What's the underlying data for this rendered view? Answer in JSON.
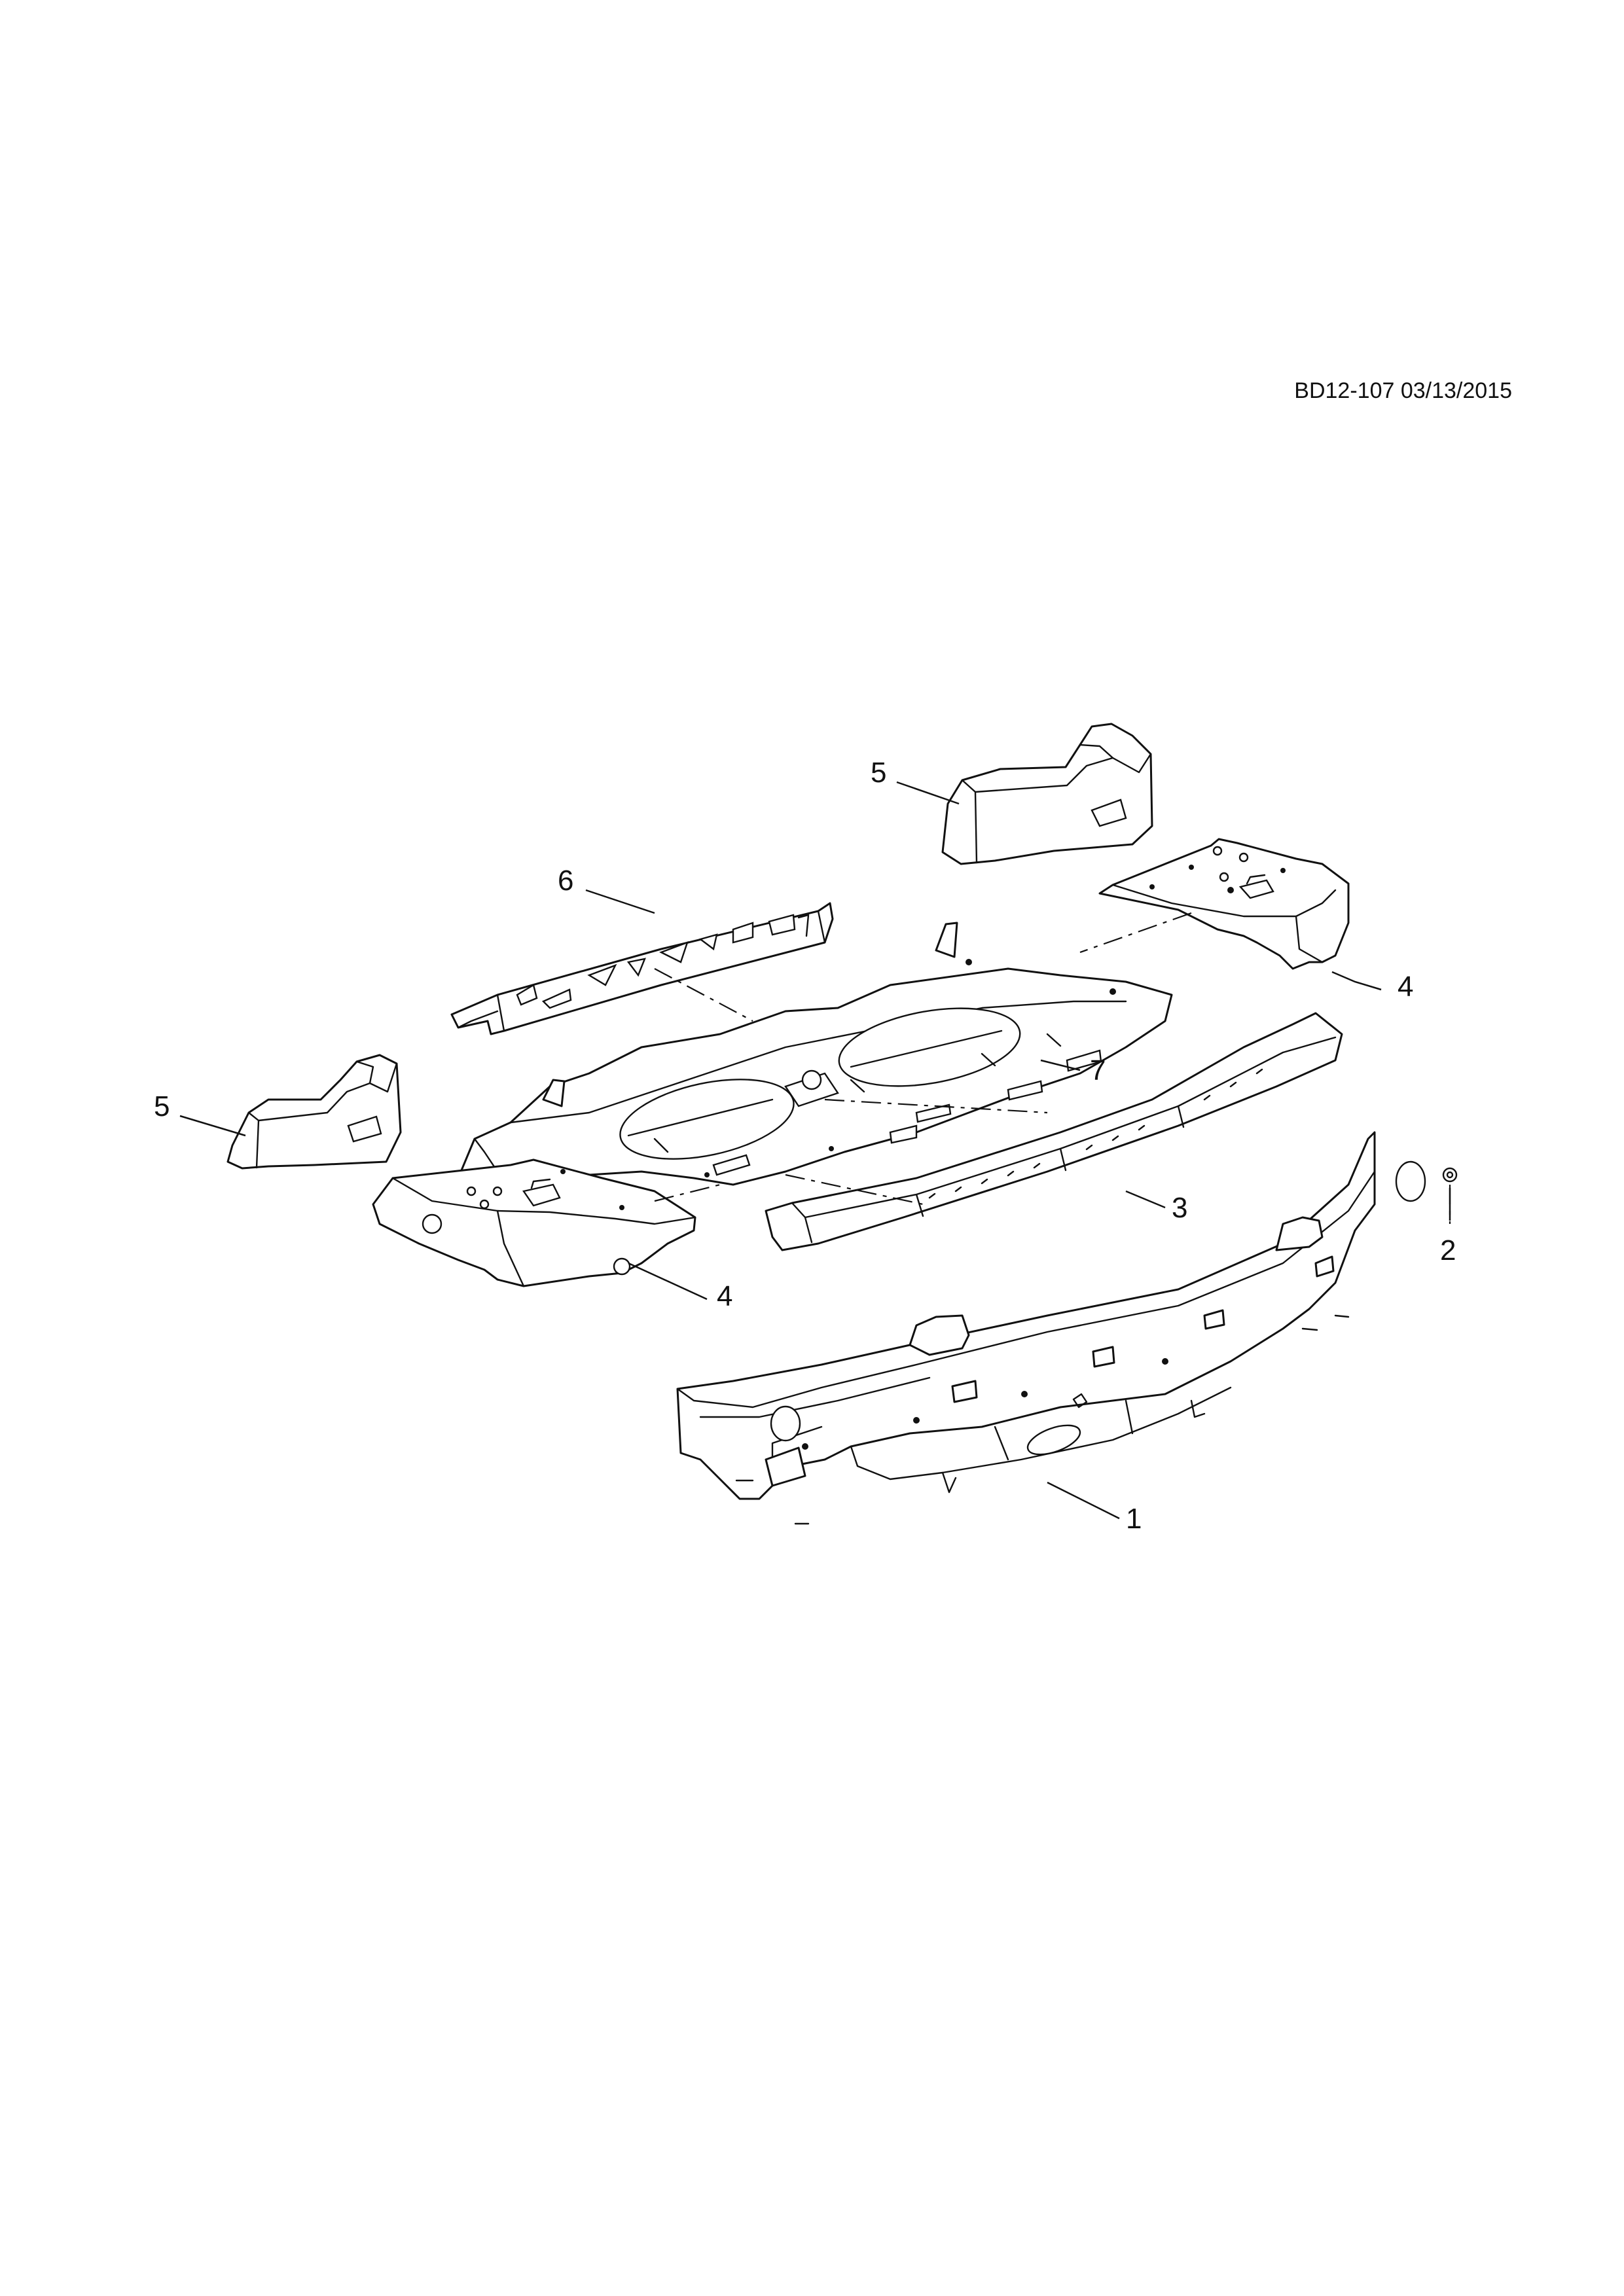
{
  "document": {
    "id_and_date": "BD12-107 03/13/2015"
  },
  "callouts": {
    "part_1": "1",
    "part_2": "2",
    "part_3": "3",
    "part_4_right": "4",
    "part_4_left": "4",
    "part_5_right": "5",
    "part_5_left": "5",
    "part_6": "6",
    "part_7": "7"
  }
}
